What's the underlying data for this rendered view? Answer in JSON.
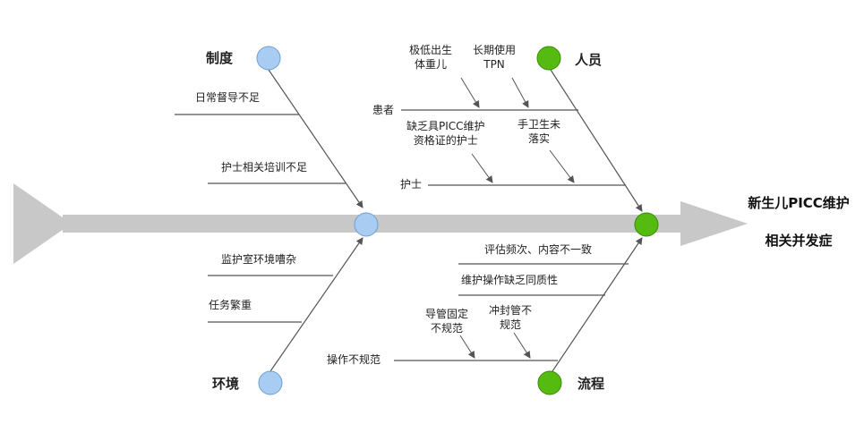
{
  "title_line1": "新生儿PICC维护",
  "title_line2": "相关并发症",
  "categories": {
    "system": "制度",
    "people": "人员",
    "environment": "环境",
    "process": "流程"
  },
  "causes": {
    "system_1": "日常督导不足",
    "system_2": "护士相关培训不足",
    "people_patient": "患者",
    "people_patient_a": "极低出生\n体重儿",
    "people_patient_b": "长期使用\nTPN",
    "people_nurse": "护士",
    "people_nurse_a": "缺乏具PICC维护\n资格证的护士",
    "people_nurse_b": "手卫生未\n落实",
    "env_1": "监护室环境嘈杂",
    "env_2": "任务繁重",
    "process_1": "评估频次、内容不一致",
    "process_2": "维护操作缺乏同质性",
    "process_op": "操作不规范",
    "process_op_a": "导管固定\n不规范",
    "process_op_b": "冲封管不\n规范"
  },
  "colors": {
    "spine": "#c8c8c8",
    "blue_node": "#a9cdf2",
    "blue_node_stroke": "#6a9fd4",
    "green_node": "#55bb11",
    "green_node_stroke": "#3a8a08",
    "line": "#555555"
  }
}
